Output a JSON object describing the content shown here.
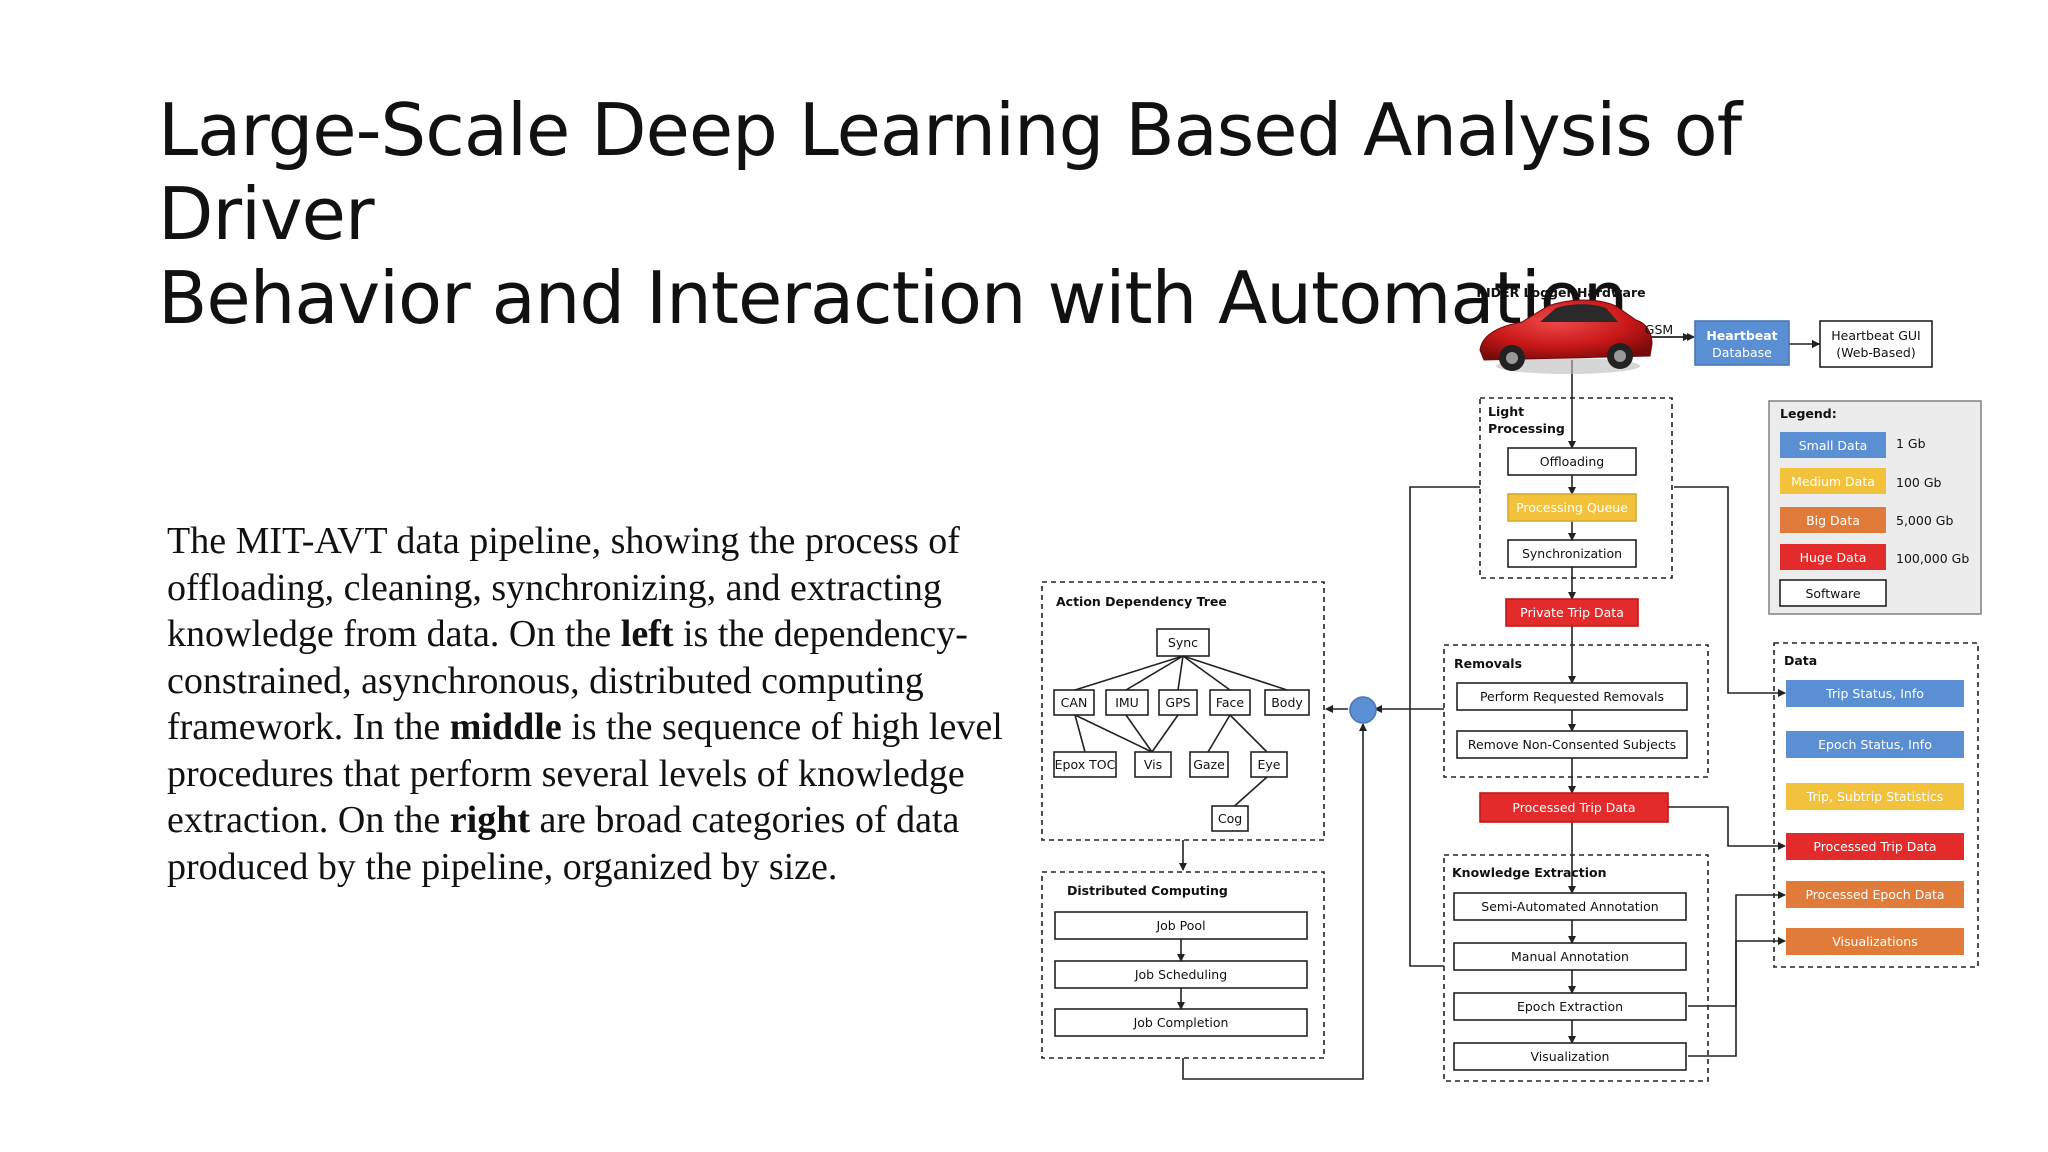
{
  "title": {
    "line1": "Large-Scale Deep Learning Based Analysis of Driver",
    "line2": "Behavior and Interaction with Automation"
  },
  "paragraph": {
    "p1": "The MIT-AVT data pipeline, showing the process of offloading, cleaning, synchronizing, and extracting knowledge from data. On the ",
    "b1": "left",
    "p2": " is the dependency-constrained, asynchronous, distributed computing framework. In the ",
    "b2": "middle",
    "p3": " is the sequence of high level procedures that perform several levels of knowledge extraction. On the ",
    "b3": "right",
    "p4": " are broad categories of data produced by the pipeline, organized by size."
  },
  "diagram": {
    "rider_label": "RIDER Logger Hardware",
    "gsm_label": "GSM",
    "heartbeat_db": [
      "Heartbeat",
      "Database"
    ],
    "heartbeat_gui": [
      "Heartbeat GUI",
      "(Web-Based)"
    ],
    "light_processing": {
      "title": [
        "Light",
        "Processing"
      ],
      "offloading": "Offloading",
      "processing_queue": "Processing Queue",
      "synchronization": "Synchronization"
    },
    "legend": {
      "title": "Legend:",
      "items": [
        {
          "label": "Small Data",
          "size": "1 Gb",
          "color": "#5b8fd4"
        },
        {
          "label": "Medium Data",
          "size": "100 Gb",
          "color": "#f2c23c"
        },
        {
          "label": "Big Data",
          "size": "5,000 Gb",
          "color": "#e07b39"
        },
        {
          "label": "Huge Data",
          "size": "100,000 Gb",
          "color": "#e42b2b"
        },
        {
          "label": "Software",
          "size": "",
          "color": "#ffffff"
        }
      ]
    },
    "private_trip_data": "Private Trip Data",
    "removals": {
      "title": "Removals",
      "perform": "Perform Requested Removals",
      "remove": "Remove Non-Consented Subjects"
    },
    "processed_trip_data": "Processed Trip Data",
    "knowledge_extraction": {
      "title": "Knowledge Extraction",
      "semi": "Semi-Automated Annotation",
      "manual": "Manual Annotation",
      "epoch": "Epoch Extraction",
      "visualization": "Visualization"
    },
    "action_tree": {
      "title": "Action Dependency Tree",
      "sync": "Sync",
      "can": "CAN",
      "imu": "IMU",
      "gps": "GPS",
      "face": "Face",
      "body": "Body",
      "epox": "Epox TOC",
      "vis": "Vis",
      "gaze": "Gaze",
      "eye": "Eye",
      "cog": "Cog"
    },
    "distributed": {
      "title": "Distributed Computing",
      "pool": "Job Pool",
      "scheduling": "Job Scheduling",
      "completion": "Job Completion"
    },
    "data_panel": {
      "title": "Data",
      "items": [
        {
          "label": "Trip Status, Info",
          "color": "#5b8fd4"
        },
        {
          "label": "Epoch Status, Info",
          "color": "#5b8fd4"
        },
        {
          "label": "Trip, Subtrip Statistics",
          "color": "#f2c23c"
        },
        {
          "label": "Processed Trip Data",
          "color": "#e42b2b"
        },
        {
          "label": "Processed Epoch Data",
          "color": "#e07b39"
        },
        {
          "label": "Visualizations",
          "color": "#e07b39"
        }
      ]
    }
  }
}
